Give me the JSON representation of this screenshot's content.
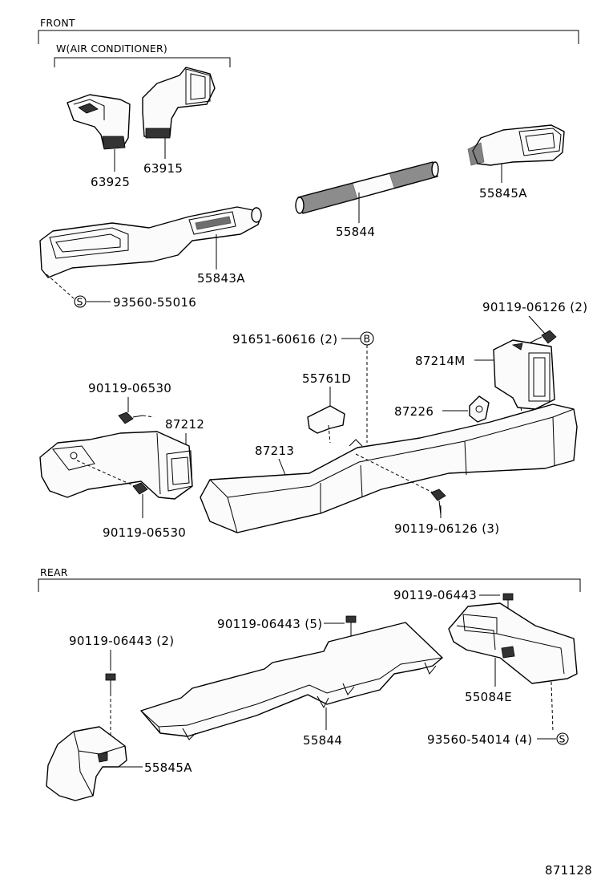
{
  "sections": {
    "front": "FRONT",
    "air_conditioner": "W(AIR CONDITIONER)",
    "rear": "REAR"
  },
  "symbols": {
    "s": "S",
    "b": "B"
  },
  "labels": {
    "p63925": "63925",
    "p63915": "63915",
    "p55844_front": "55844",
    "p55845a_front": "55845A",
    "p55843a": "55843A",
    "p93560_55016": "93560-55016",
    "p90119_06126_2": "90119-06126 (2)",
    "p91651_60616_2": "91651-60616 (2)",
    "p87214m": "87214M",
    "p55761d": "55761D",
    "p87226": "87226",
    "p90119_06530_top": "90119-06530",
    "p87212": "87212",
    "p87213": "87213",
    "p90119_06530_bottom": "90119-06530",
    "p90119_06126_3": "90119-06126 (3)",
    "p90119_06443_right": "90119-06443",
    "p90119_06443_5": "90119-06443 (5)",
    "p90119_06443_2": "90119-06443 (2)",
    "p55084e": "55084E",
    "p55844_rear": "55844",
    "p93560_54014_4": "93560-54014 (4)",
    "p55845a_rear": "55845A"
  },
  "diagram_number": "871128"
}
